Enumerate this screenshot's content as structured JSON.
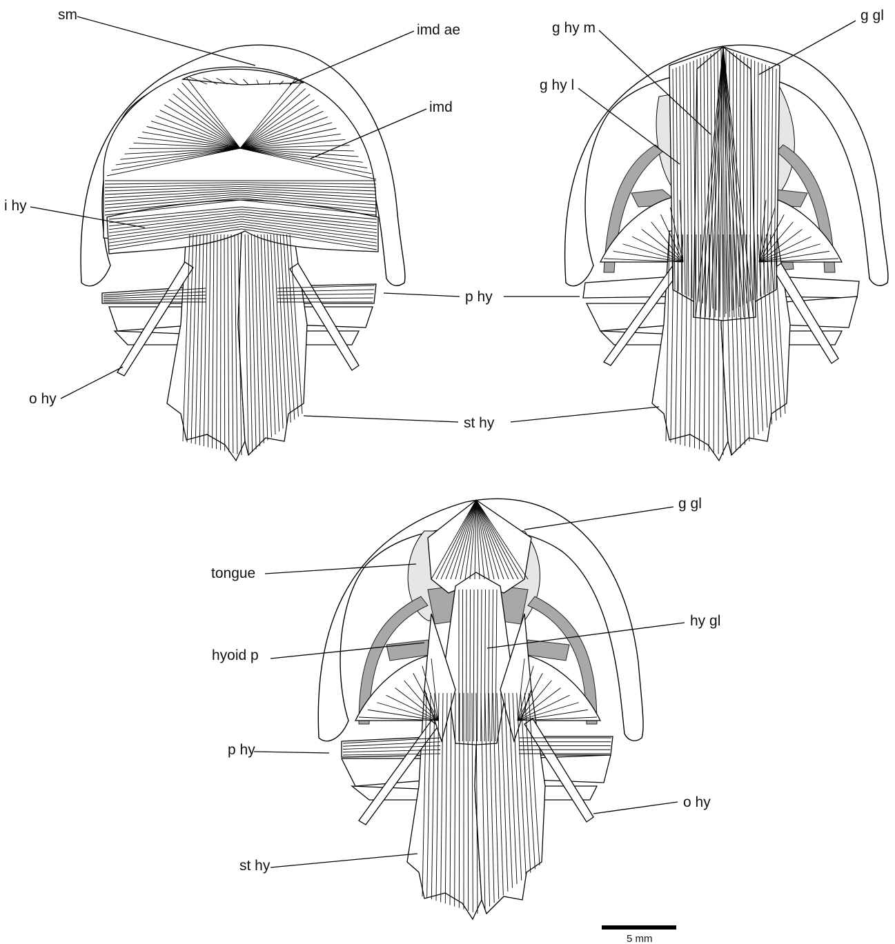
{
  "panels": [
    {
      "id": "top-left",
      "labels": {
        "sm": "sm",
        "imd_ae": "imd ae",
        "imd": "imd",
        "i_hy": "i hy",
        "o_hy": "o hy"
      }
    },
    {
      "id": "top-right",
      "labels": {
        "g_hy_m": "g hy m",
        "g_gl": "g gl",
        "g_hy_l": "g hy l"
      }
    },
    {
      "id": "bottom",
      "labels": {
        "g_gl": "g gl",
        "tongue": "tongue",
        "hy_gl": "hy gl",
        "hyoid_p": "hyoid p",
        "p_hy": "p hy",
        "o_hy": "o hy",
        "st_hy": "st hy"
      }
    }
  ],
  "shared_labels": {
    "p_hy": "p hy",
    "st_hy": "st hy"
  },
  "scale_bar": {
    "label": "5 mm"
  },
  "colors": {
    "line": "#000000",
    "bone": "#a8a8a8",
    "tongue": "#e6e6e6",
    "background": "#ffffff"
  }
}
